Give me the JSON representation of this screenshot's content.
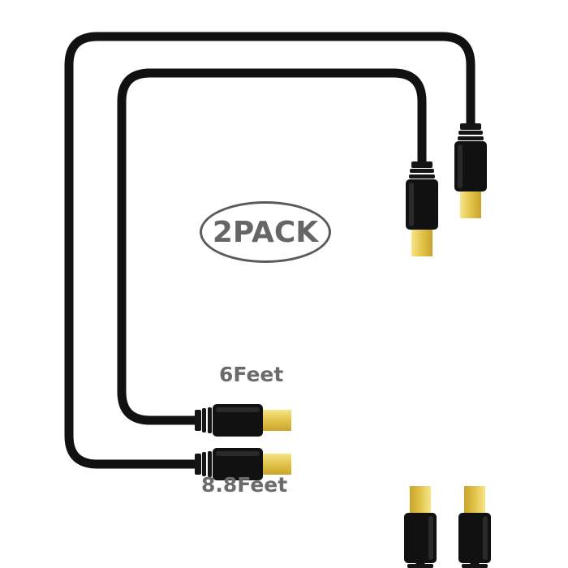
{
  "product": {
    "badge": "2PACK",
    "lengths": [
      "6Feet",
      "8.8Feet"
    ]
  },
  "colors": {
    "cable": "#111111",
    "connector_tip": "#e8cf5a",
    "text": "#6b6b6b"
  },
  "icons": [
    "hdmi-connector-icon"
  ]
}
